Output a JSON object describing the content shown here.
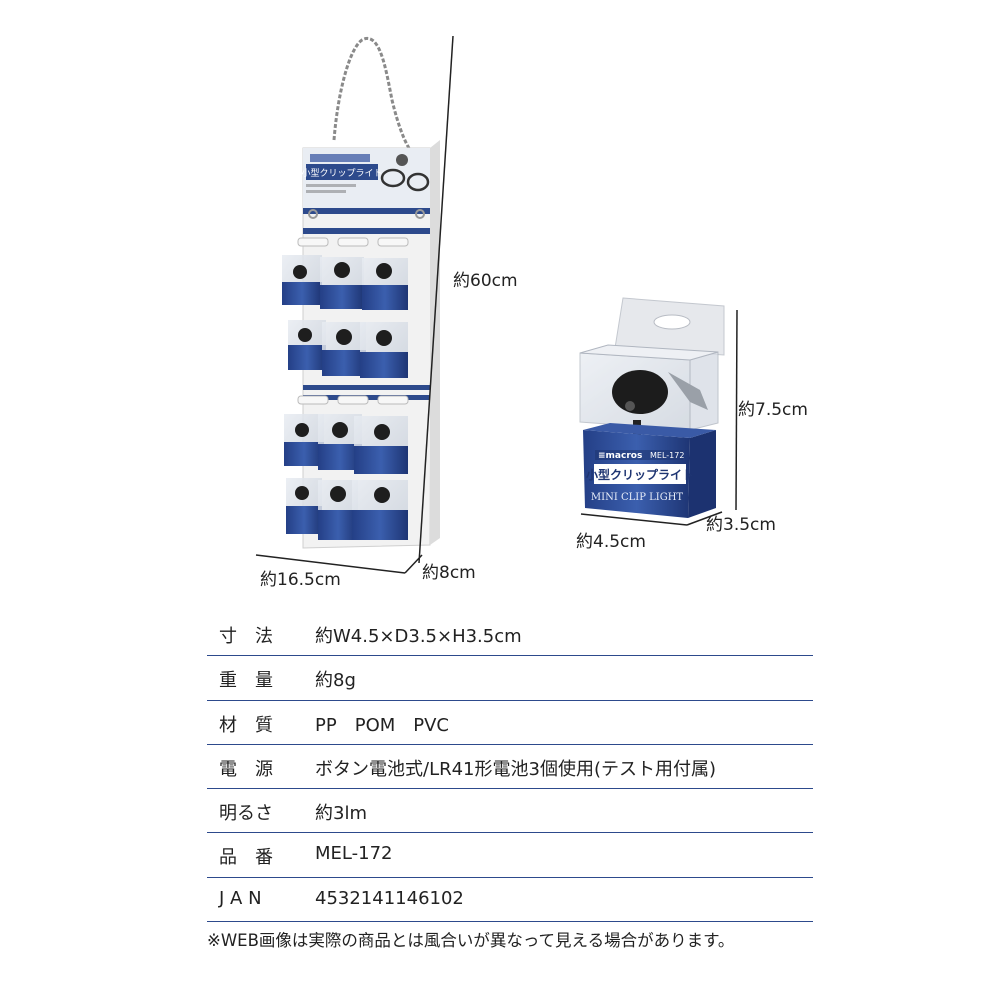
{
  "dimensions": {
    "stand_height": "約60cm",
    "stand_width": "約16.5cm",
    "stand_depth": "約8cm",
    "package_height": "約7.5cm",
    "package_width": "約4.5cm",
    "package_depth": "約3.5cm"
  },
  "package_label": {
    "brand": "≡macros",
    "model": "MEL-172",
    "name_jp": "小型クリップライト",
    "name_en": "MINI CLIP LIGHT"
  },
  "header_card": {
    "title": "小型クリップライト"
  },
  "specs": [
    {
      "label": "寸　法",
      "value": "約W4.5×D3.5×H3.5cm"
    },
    {
      "label": "重　量",
      "value": "約8g"
    },
    {
      "label": "材　質",
      "value": "PP　POM　PVC"
    },
    {
      "label": "電　源",
      "value": "ボタン電池式/LR41形電池3個使用(テスト用付属)"
    },
    {
      "label": "明るさ",
      "value": "約3lm"
    },
    {
      "label": "品　番",
      "value": "MEL-172"
    },
    {
      "label": "J A N",
      "value": "4532141146102"
    }
  ],
  "note": "※WEB画像は実際の商品とは風合いが異なって見える場合があります。",
  "colors": {
    "accent_blue": "#2d4a8c",
    "package_blue": "#2f4f9c",
    "table_line": "#2d4a8c"
  }
}
